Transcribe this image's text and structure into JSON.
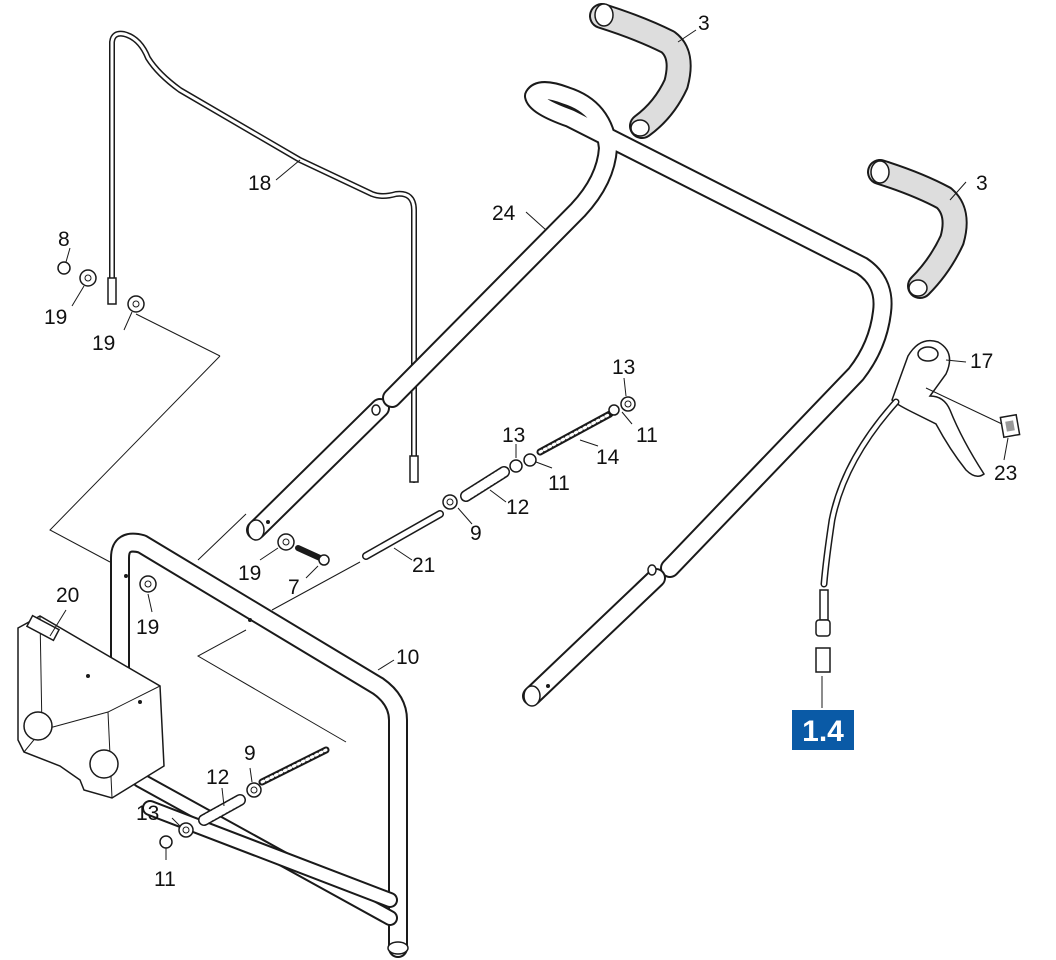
{
  "callouts": {
    "p3a": "3",
    "p3b": "3",
    "p8": "8",
    "p18": "18",
    "p24": "24",
    "p19a": "19",
    "p19b": "19",
    "p19c": "19",
    "p19d": "19",
    "p13a": "13",
    "p13b": "13",
    "p13c": "13",
    "p11a": "11",
    "p11b": "11",
    "p11c": "11",
    "p14": "14",
    "p12a": "12",
    "p12b": "12",
    "p9a": "9",
    "p9b": "9",
    "p7": "7",
    "p21": "21",
    "p20": "20",
    "p10": "10",
    "p17": "17",
    "p23": "23"
  },
  "reference": {
    "label": "1.4",
    "color": "#0a5aa6"
  }
}
